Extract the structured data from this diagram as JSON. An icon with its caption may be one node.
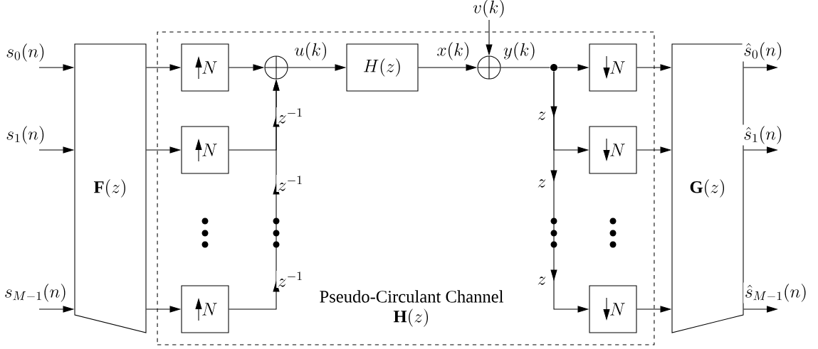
{
  "diagram": {
    "nodes": [
      {
        "text": [
          "Pseudo-Circulant Channel",
          "\\mathbf{H}(z)"
        ]
      },
      {
        "text": [
          "\\mathbf{F}(z)"
        ]
      },
      {
        "text": [
          "N"
        ],
        "in": 0
      },
      {
        "text": [
          "N"
        ],
        "in": 0
      },
      {
        "text": [
          "N"
        ],
        "in": 0
      },
      {
        "text": [],
        "shape": "circle",
        "in": 0
      },
      {
        "text": [
          "H(z)"
        ],
        "in": 0
      },
      {
        "text": [],
        "shape": "circle",
        "in": 0
      },
      {
        "text": [],
        "shape": "dot",
        "in": 0
      },
      {
        "text": [
          "N"
        ],
        "in": 0
      },
      {
        "text": [
          "N"
        ],
        "in": 0
      },
      {
        "text": [
          "N"
        ],
        "in": 0
      },
      {
        "text": [
          "\\mathbf{G}(z)"
        ]
      }
    ],
    "edges": [
      {
        "from": null,
        "to": 1,
        "arrow": "to",
        "label": "s_0(n)"
      },
      {
        "from": null,
        "to": 1,
        "arrow": "to",
        "label": "s_1(n)"
      },
      {
        "from": null,
        "to": 1,
        "arrow": "to",
        "label": "s_{M-1}(n)"
      },
      {
        "from": 1,
        "to": 2,
        "arrow": "to"
      },
      {
        "from": 1,
        "to": 3,
        "arrow": "to"
      },
      {
        "from": 1,
        "to": 4,
        "arrow": "to"
      },
      {
        "from": 2,
        "to": 5,
        "arrow": "to"
      },
      {
        "from": 3,
        "to": 5,
        "arrow": "to",
        "label": "z^{-1}"
      },
      {
        "from": 4,
        "to": 5,
        "arrow": "to",
        "label": "z^{-1}"
      },
      {
        "from": 5,
        "to": 6,
        "arrow": "to",
        "label": "u(k)"
      },
      {
        "from": 6,
        "to": 7,
        "arrow": "to",
        "label": "x(k)"
      },
      {
        "from": null,
        "to": 7,
        "arrow": "to",
        "label": "v(k)"
      },
      {
        "from": 7,
        "to": 8,
        "arrow": "none",
        "label": "y(k)"
      },
      {
        "from": 8,
        "to": 9,
        "arrow": "to"
      },
      {
        "from": 8,
        "to": 10,
        "arrow": "to",
        "label": "z"
      },
      {
        "from": 8,
        "to": 11,
        "arrow": "to",
        "label": "z"
      },
      {
        "from": 9,
        "to": 12,
        "arrow": "to"
      },
      {
        "from": 10,
        "to": 12,
        "arrow": "to"
      },
      {
        "from": 11,
        "to": 12,
        "arrow": "to"
      },
      {
        "from": 12,
        "to": null,
        "arrow": "to",
        "label": "\\hat{s}_0(n)"
      },
      {
        "from": 12,
        "to": null,
        "arrow": "to",
        "label": "\\hat{s}_1(n)"
      },
      {
        "from": 12,
        "to": null,
        "arrow": "to",
        "label": "\\hat{s}_{M-1}(n)"
      }
    ],
    "labels": [
      "z^{-1}",
      "z"
    ]
  }
}
